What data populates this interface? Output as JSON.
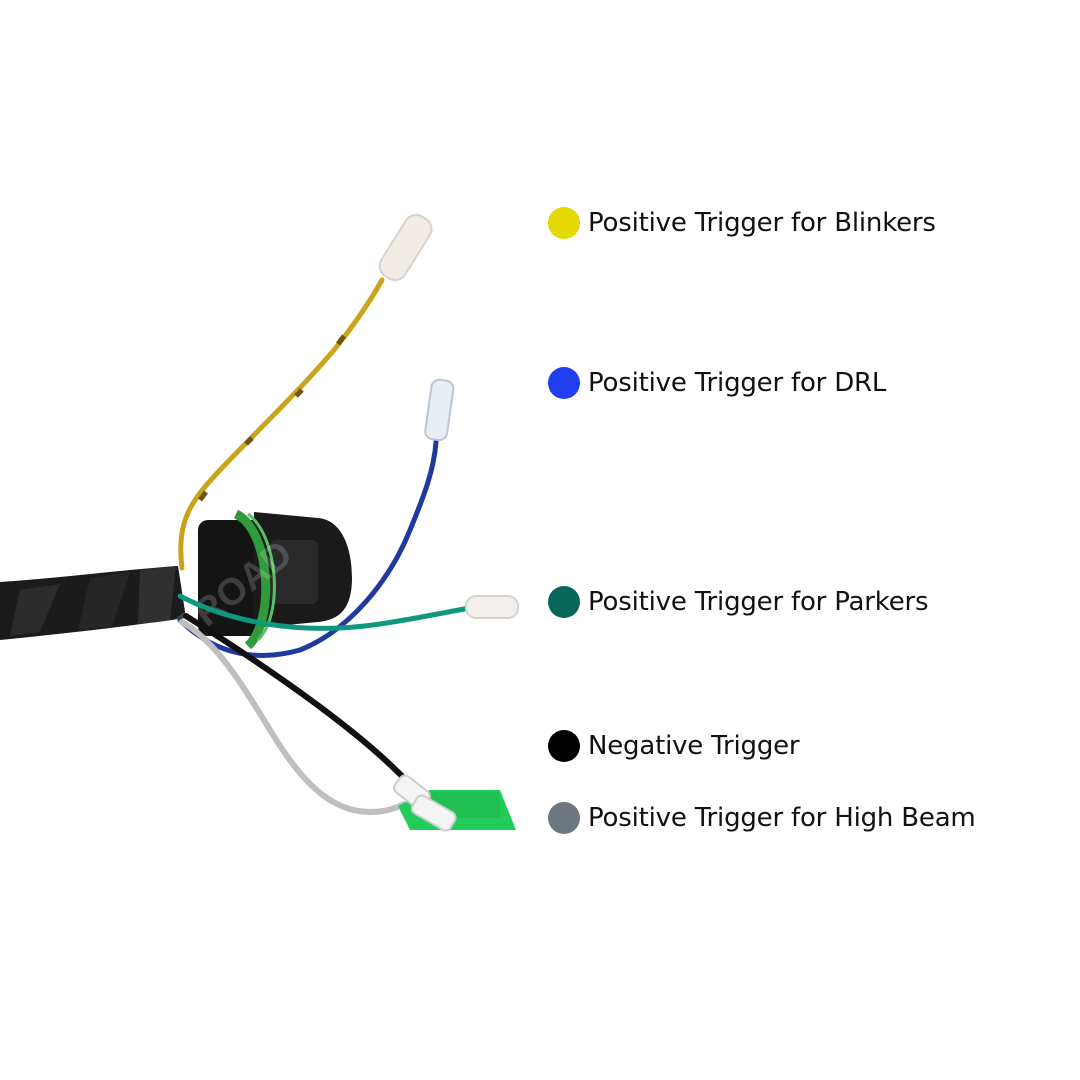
{
  "legend": [
    {
      "label": "Positive Trigger for Blinkers",
      "color": "#e3d800"
    },
    {
      "label": "Positive Trigger for DRL",
      "color": "#1f3ff0"
    },
    {
      "label": "Positive Trigger for Parkers",
      "color": "#07665a"
    },
    {
      "label": "Negative Trigger",
      "color": "#000000"
    },
    {
      "label": "Positive Trigger for High Beam",
      "color": "#6e7680"
    }
  ],
  "watermark": "OFFROAD"
}
